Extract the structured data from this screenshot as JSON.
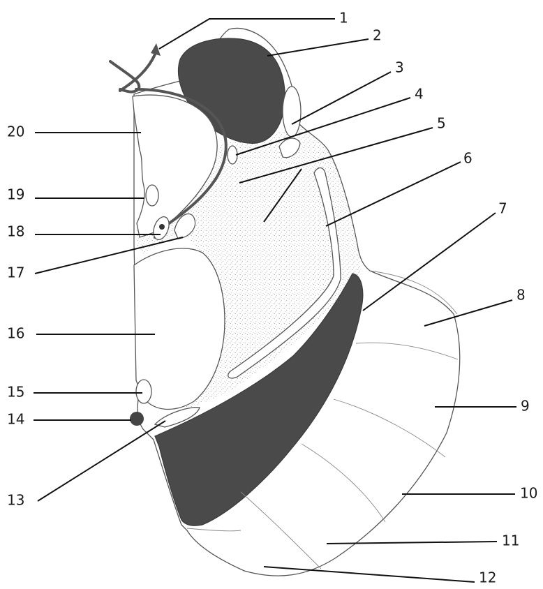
{
  "figure": {
    "labels": [
      "1",
      "2",
      "3",
      "4",
      "5",
      "6",
      "7",
      "8",
      "9",
      "10",
      "11",
      "12",
      "13",
      "14",
      "15",
      "16",
      "17",
      "18",
      "19",
      "20"
    ]
  },
  "colors": {
    "dark_region": "#4a4a4a",
    "stipple": "#8a8a8a",
    "outline": "#555555",
    "leader_line": "#111111"
  }
}
